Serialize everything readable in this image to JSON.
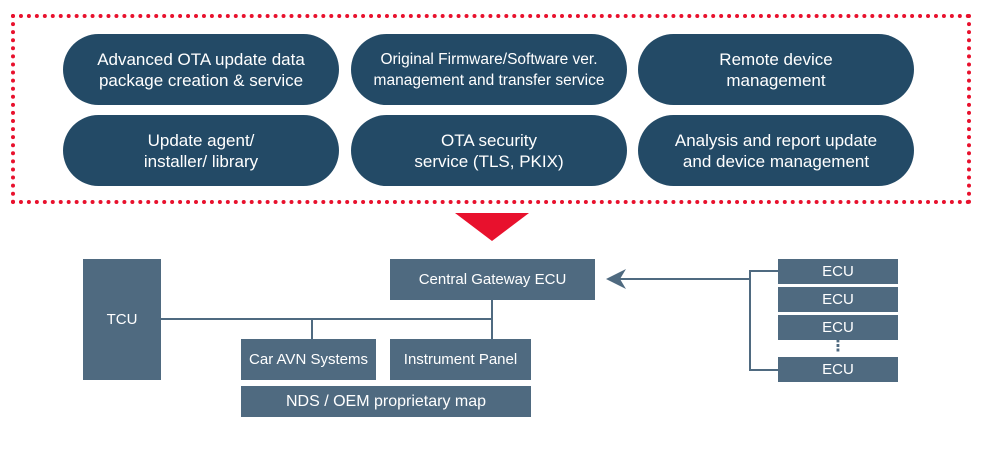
{
  "services": {
    "items": [
      {
        "label": "Advanced OTA update data\npackage creation & service"
      },
      {
        "label": "Original Firmware/Software ver.\nmanagement and transfer service"
      },
      {
        "label": "Remote device\nmanagement"
      },
      {
        "label": "Update agent/\ninstaller/ library"
      },
      {
        "label": "OTA security\nservice (TLS, PKIX)"
      },
      {
        "label": "Analysis and report update\nand device management"
      }
    ]
  },
  "vehicle": {
    "tcu": "TCU",
    "gateway": "Central Gateway ECU",
    "avn": "Car AVN Systems",
    "instrument": "Instrument Panel",
    "map": "NDS / OEM proprietary map",
    "ecus": [
      "ECU",
      "ECU",
      "ECU",
      "ECU"
    ],
    "ellipsis": "⋮"
  },
  "colors": {
    "accent_red": "#e8112d",
    "pill_navy": "#234a66",
    "box_slate": "#4f6a80"
  }
}
